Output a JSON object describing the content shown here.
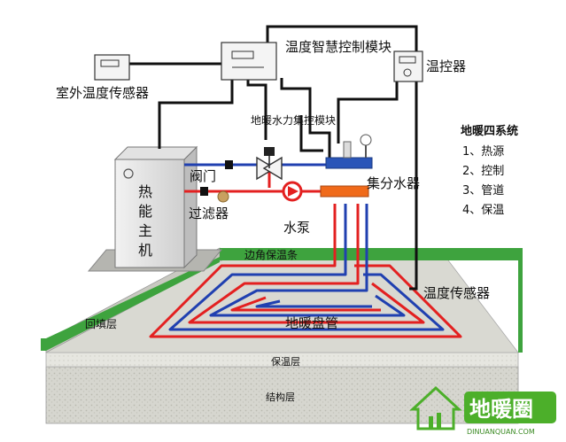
{
  "labels": {
    "outdoor_sensor": "室外温度传感器",
    "smart_module": "温度智慧控制模块",
    "thermostat": "温控器",
    "hydraulic_module": "地暖水力集控模块",
    "host_chars": [
      "热",
      "能",
      "主",
      "机"
    ],
    "valve": "阀门",
    "filter": "过滤器",
    "pump": "水泵",
    "manifold": "集分水器",
    "edge_insulation": "边角保温条",
    "backfill": "回填层",
    "coil": "地暖盘管",
    "temp_sensor": "温度传感器",
    "insulation_layer": "保温层",
    "structure_layer": "结构层"
  },
  "systems": {
    "title": "地暖四系统",
    "items": [
      "1、热源",
      "2、控制",
      "3、管道",
      "4、保温"
    ]
  },
  "logo": {
    "text": "地暖圈",
    "url": "DINUANQUAN.COM"
  },
  "colors": {
    "hot_pipe": "#e32020",
    "cold_pipe": "#2040b0",
    "edge_green": "#3ea33e",
    "manifold_blue": "#2a55b8",
    "manifold_orange": "#f06a1a",
    "logo_green": "#4caf2a"
  }
}
